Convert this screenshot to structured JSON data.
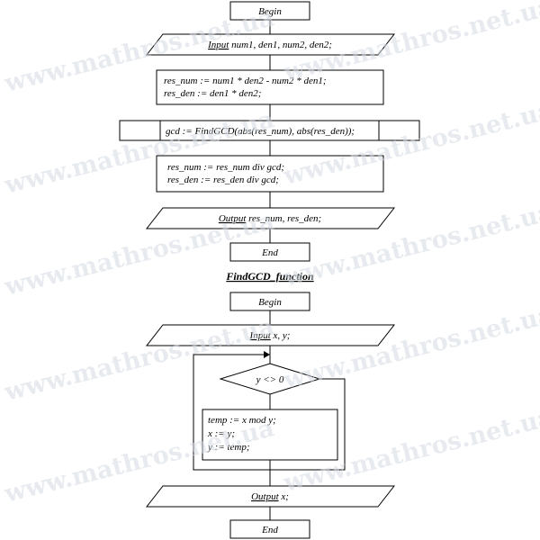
{
  "watermark": "www.mathros.net.ua",
  "main_flow": {
    "begin": "Begin",
    "input_keyword": "Input",
    "input_args": " num1, den1, num2, den2;",
    "calc1": [
      "res_num := num1 * den2 - num2 * den1;",
      "res_den := den1 * den2;"
    ],
    "gcd_call": "gcd := FindGCD(abs(res_num), abs(res_den));",
    "calc2": [
      "res_num := res_num div gcd;",
      "res_den := res_den div gcd;"
    ],
    "output_keyword": "Output",
    "output_args": " res_num, res_den;",
    "end": "End"
  },
  "function_title": "FindGCD_function",
  "function_flow": {
    "begin": "Begin",
    "input_keyword": "Input",
    "input_args": " x, y;",
    "condition": "y <> 0",
    "loop_body": [
      "temp := x mod y;",
      "x := y;",
      "y := temp;"
    ],
    "output_keyword": "Output",
    "output_args": " x;",
    "end": "End"
  }
}
